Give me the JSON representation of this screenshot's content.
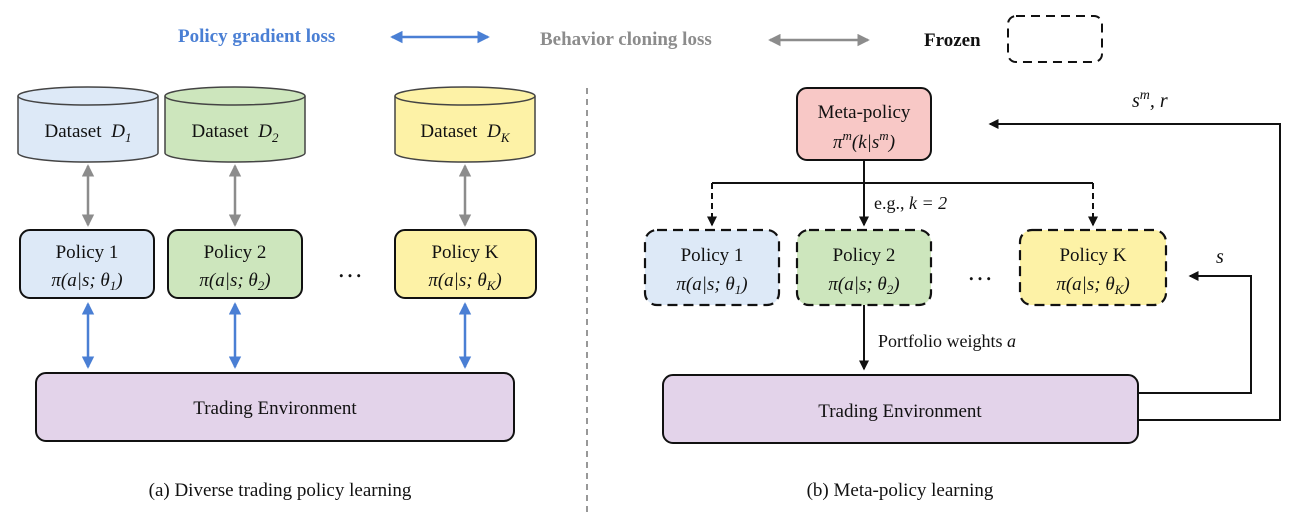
{
  "legend": {
    "policy_gradient": "Policy gradient loss",
    "behavior_cloning": "Behavior cloning loss",
    "frozen": "Frozen"
  },
  "left": {
    "datasets": [
      {
        "label": "Dataset",
        "var": "D",
        "sub": "1"
      },
      {
        "label": "Dataset",
        "var": "D",
        "sub": "2"
      },
      {
        "label": "Dataset",
        "var": "D",
        "sub": "K"
      }
    ],
    "policies": [
      {
        "name": "Policy 1",
        "formula_pre": "π(a|s; θ",
        "sub": "1",
        "formula_post": ")"
      },
      {
        "name": "Policy 2",
        "formula_pre": "π(a|s; θ",
        "sub": "2",
        "formula_post": ")"
      },
      {
        "name": "Policy K",
        "formula_pre": "π(a|s; θ",
        "sub": "K",
        "formula_post": ")"
      }
    ],
    "ellipsis": "…",
    "environment": "Trading Environment",
    "caption": "(a) Diverse trading policy learning"
  },
  "right": {
    "meta_policy": {
      "name": "Meta-policy",
      "formula_pre": "π",
      "sup": "m",
      "formula_mid": "(k|s",
      "sup2": "m",
      "formula_post": ")"
    },
    "example": {
      "prefix": "e.g., ",
      "math": "k = 2"
    },
    "policies": [
      {
        "name": "Policy 1",
        "formula_pre": "π(a|s; θ",
        "sub": "1",
        "formula_post": ")"
      },
      {
        "name": "Policy 2",
        "formula_pre": "π(a|s; θ",
        "sub": "2",
        "formula_post": ")"
      },
      {
        "name": "Policy K",
        "formula_pre": "π(a|s; θ",
        "sub": "K",
        "formula_post": ")"
      }
    ],
    "ellipsis": "…",
    "portfolio": {
      "text": "Portfolio weights ",
      "math": "a"
    },
    "environment": "Trading Environment",
    "feedback_meta": {
      "var": "s",
      "sup": "m",
      "rest": ",  r"
    },
    "feedback_state": "s",
    "caption": "(b) Meta-policy learning"
  },
  "colors": {
    "blue_arrow": "#4a7fd4",
    "gray_arrow": "#8c8c8c",
    "blue_fill": "#dde9f7",
    "green_fill": "#cde6bd",
    "yellow_fill": "#fdf2a6",
    "pink_fill": "#f8c8c6",
    "purple_fill": "#e3d3ea",
    "legend_blue_text": "#4a7fd4",
    "legend_gray_text": "#8c8c8c"
  }
}
